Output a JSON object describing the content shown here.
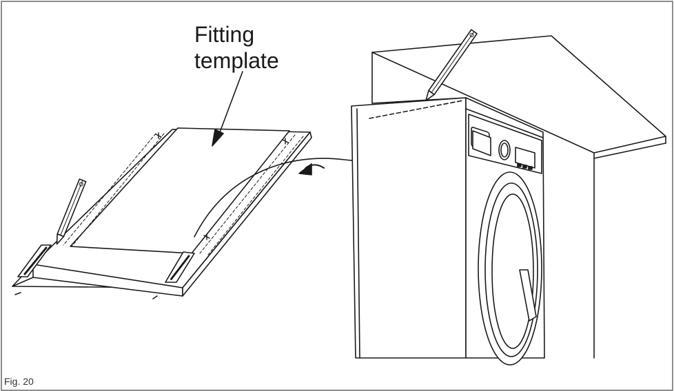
{
  "figure": {
    "label": "Fig. 20",
    "callout_line1": "Fitting",
    "callout_line2": "template"
  },
  "colors": {
    "stroke": "#1a1a1a",
    "frame": "#8c8c8c",
    "background": "#ffffff"
  },
  "icons": [
    "pencil-icon",
    "curved-arrow-icon"
  ]
}
